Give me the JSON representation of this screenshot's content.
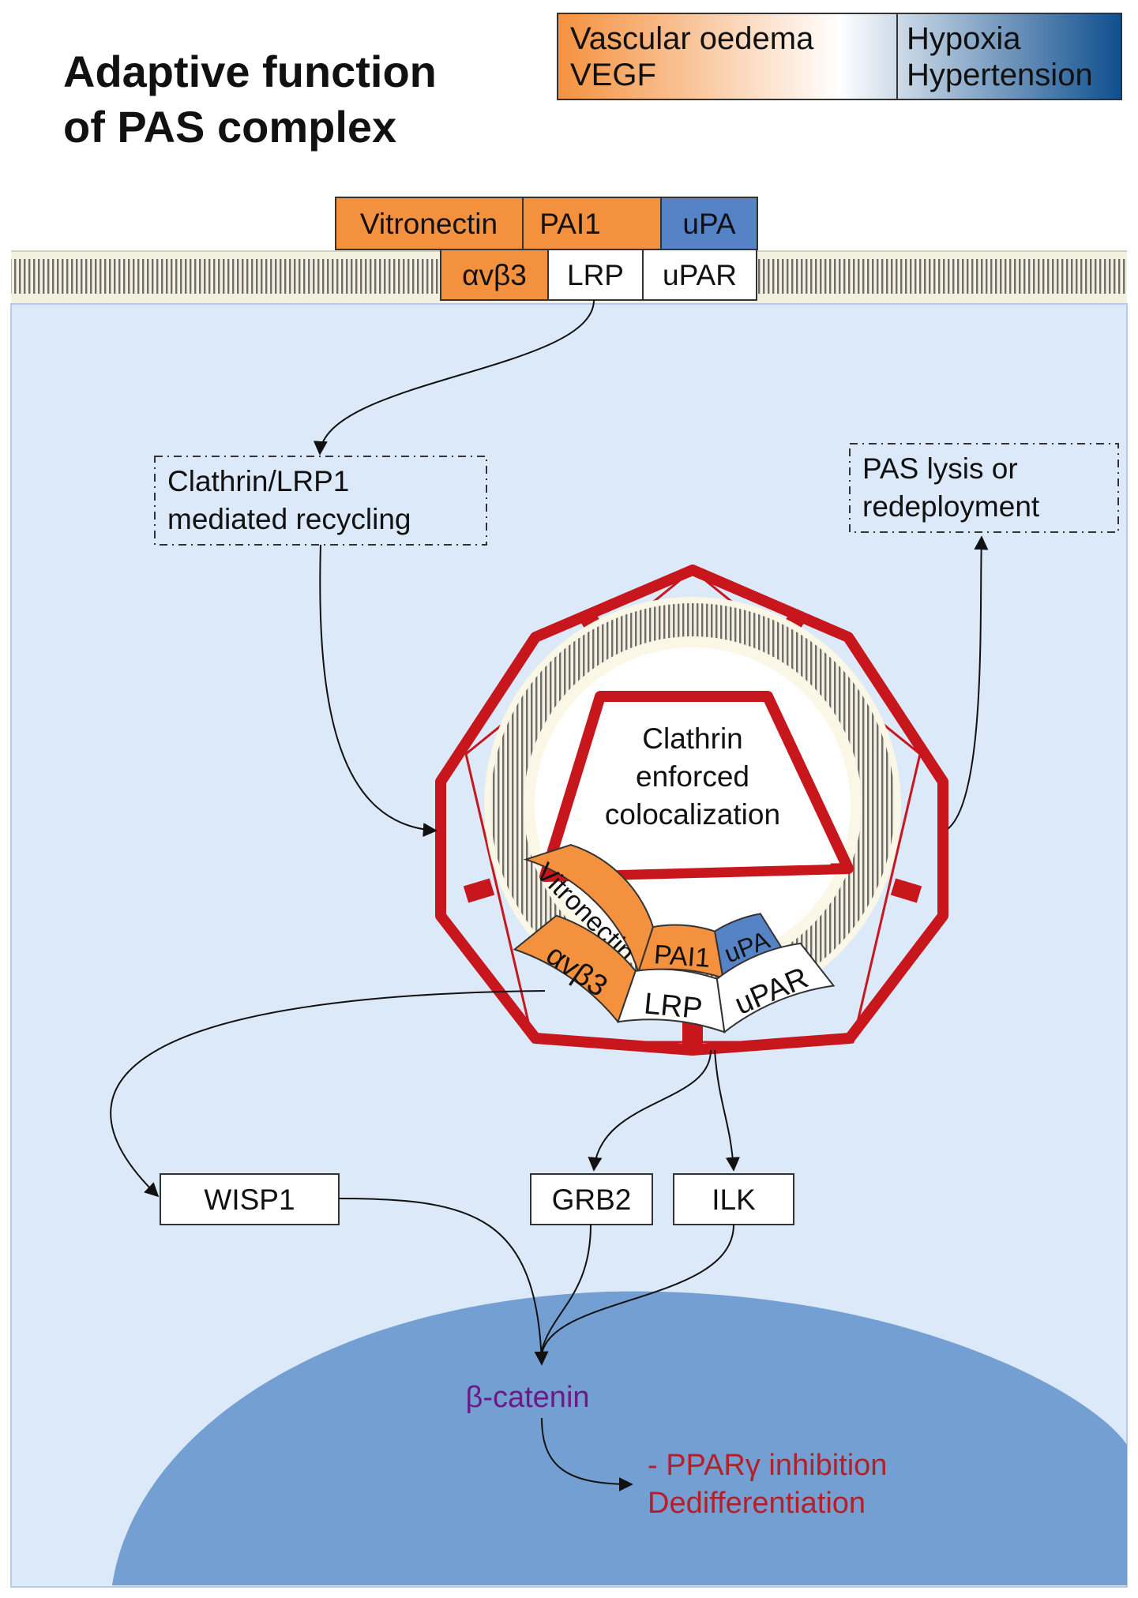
{
  "title": {
    "line1": "Adaptive function",
    "line2": "of PAS complex"
  },
  "legend": {
    "left": {
      "line1": "Vascular oedema",
      "line2": "VEGF"
    },
    "right": {
      "line1": "Hypoxia",
      "line2": "Hypertension"
    },
    "colors": {
      "orange": "#f4913f",
      "blue": "#0f4f8e",
      "white": "#ffffff"
    }
  },
  "membrane": {
    "top_row": [
      "Vitronectin",
      "PAI1",
      "uPA"
    ],
    "bottom_row": [
      "αvβ3",
      "LRP",
      "uPAR"
    ]
  },
  "boxes": {
    "recycling": {
      "line1": "Clathrin/LRP1",
      "line2": "mediated recycling"
    },
    "lysis": {
      "line1": "PAS lysis or",
      "line2": "redeployment"
    }
  },
  "vesicle": {
    "center": {
      "line1": "Clathrin",
      "line2": "enforced",
      "line3": "colocalization"
    },
    "inner_ring": [
      "Vitronectin",
      "PAI1",
      "uPA"
    ],
    "outer_ring": [
      "αvβ3",
      "LRP",
      "uPAR"
    ]
  },
  "targets": [
    "WISP1",
    "GRB2",
    "ILK"
  ],
  "nucleus": {
    "beta_catenin": "β-catenin",
    "outcome_line1": "-  PPARγ inhibition",
    "outcome_line2": "Dedifferentiation"
  },
  "colors": {
    "cell": "#dce9f9",
    "nucleus": "#749fd2",
    "orange": "#f4913f",
    "blue": "#5583c6",
    "clathrin_red": "#c8161d",
    "beta_catenin": "#6b1a86",
    "outcome": "#b2202a"
  }
}
